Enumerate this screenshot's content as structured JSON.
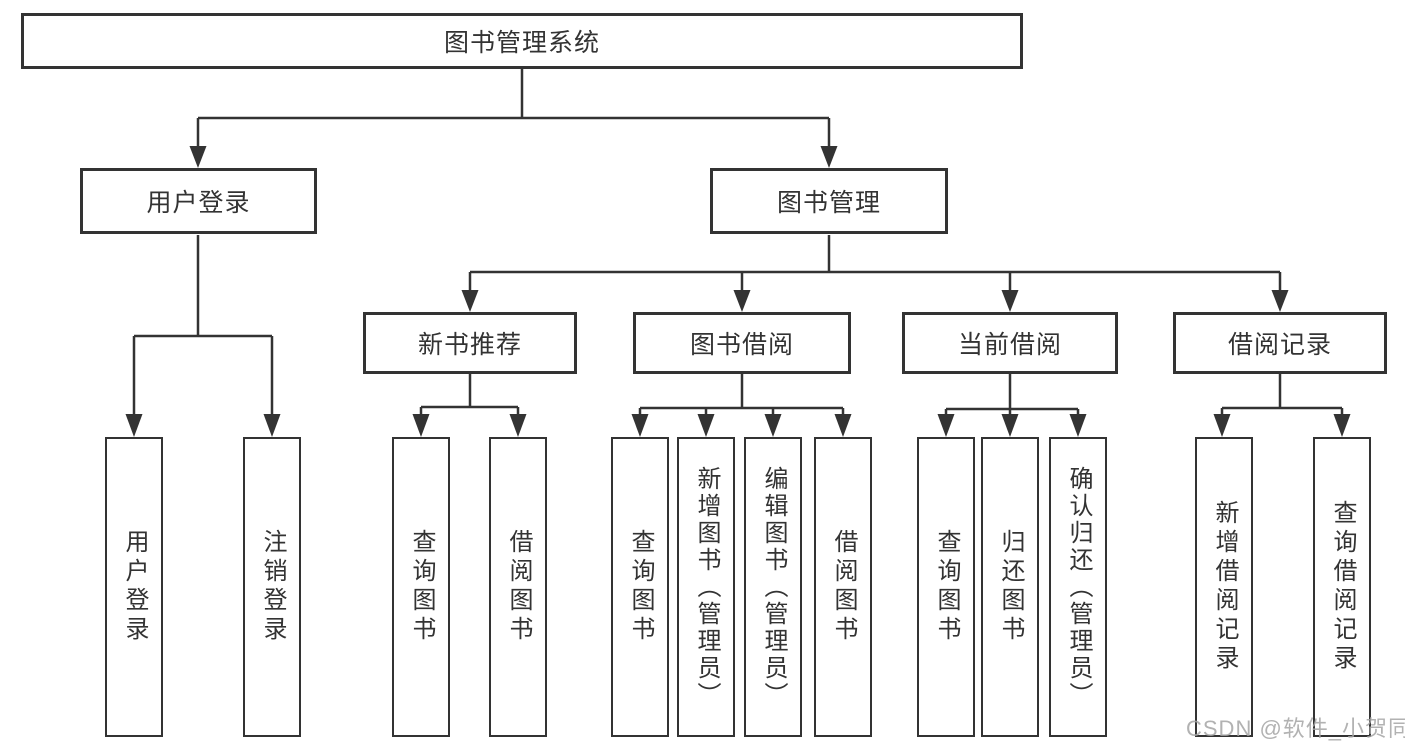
{
  "tree": {
    "root": {
      "label": "图书管理系统"
    },
    "branches": [
      {
        "label": "用户登录",
        "children": [
          {
            "label": "用户登录"
          },
          {
            "label": "注销登录"
          }
        ]
      },
      {
        "label": "图书管理",
        "children": [
          {
            "label": "新书推荐",
            "children": [
              "查询图书",
              "借阅图书"
            ]
          },
          {
            "label": "图书借阅",
            "children": [
              "查询图书",
              "新增图书（管理员）",
              "编辑图书（管理员）",
              "借阅图书"
            ]
          },
          {
            "label": "当前借阅",
            "children": [
              "查询图书",
              "归还图书",
              "确认归还（管理员）"
            ]
          },
          {
            "label": "借阅记录",
            "children": [
              "新增借阅记录",
              "查询借阅记录"
            ]
          }
        ]
      }
    ]
  },
  "watermark": "CSDN @软件_小贺同学",
  "colors": {
    "line": "#333333",
    "text": "#333333",
    "box_fill": "#ffffff",
    "watermark": "#a5a5a5",
    "background": "#ffffff"
  }
}
